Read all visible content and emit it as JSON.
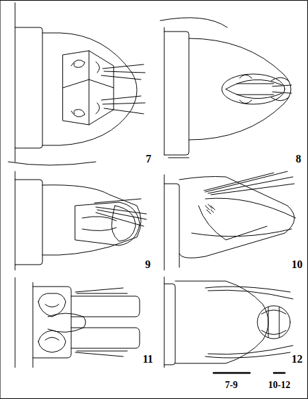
{
  "diagram": {
    "labels": [
      "7",
      "8",
      "9",
      "10",
      "11",
      "12",
      "7-9",
      "10-12"
    ]
  }
}
